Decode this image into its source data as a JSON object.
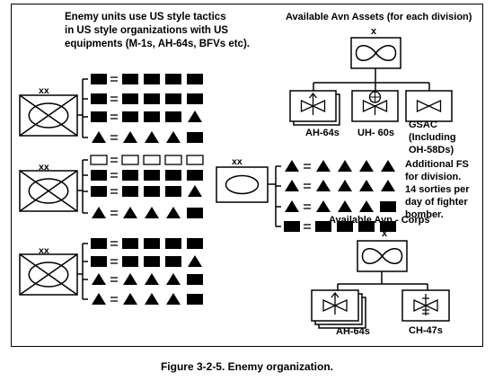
{
  "enemy_note": {
    "line1": "Enemy units use US style tactics",
    "line2": "in US style organizations with US",
    "line3": "equipments (M-1s, AH-64s, BFVs etc)."
  },
  "division_assets": {
    "title": "Available Avn Assets (for each division)",
    "hq_echelon": "x",
    "units": [
      "AH-64s",
      "UH- 60s",
      "GSAC"
    ],
    "gsac_note": [
      "(Including",
      "OH-58Ds)"
    ],
    "fs_note": [
      "Additional FS",
      "for division.",
      "14 sorties per",
      "day of fighter",
      "bomber."
    ]
  },
  "corps_assets": {
    "title": "Available Avn - Corps",
    "hq_echelon": "x",
    "units": [
      "AH-64s",
      "CH-47s"
    ]
  },
  "enemy_divisions": {
    "echelon": "xx",
    "echelon_center": "xx"
  },
  "caption": "Figure 3-2-5.  Enemy organization.",
  "chart_data": {
    "type": "table",
    "note": "Subordinate unit rows per division symbol",
    "legend": [
      "filled-rect",
      "hollow-rect",
      "triangle"
    ],
    "divisions": [
      {
        "rows": [
          [
            "filled-rect",
            "filled-rect",
            "filled-rect",
            "filled-rect",
            "filled-rect"
          ],
          [
            "filled-rect",
            "filled-rect",
            "filled-rect",
            "filled-rect",
            "filled-rect"
          ],
          [
            "filled-rect",
            "filled-rect",
            "filled-rect",
            "filled-rect",
            "triangle"
          ],
          [
            "triangle",
            "triangle",
            "triangle",
            "triangle",
            "filled-rect"
          ]
        ]
      },
      {
        "rows": [
          [
            "hollow-rect",
            "hollow-rect",
            "hollow-rect",
            "hollow-rect",
            "hollow-rect"
          ],
          [
            "filled-rect",
            "filled-rect",
            "filled-rect",
            "filled-rect",
            "filled-rect"
          ],
          [
            "filled-rect",
            "filled-rect",
            "filled-rect",
            "filled-rect",
            "triangle"
          ],
          [
            "triangle",
            "triangle",
            "triangle",
            "triangle",
            "filled-rect"
          ]
        ]
      },
      {
        "rows": [
          [
            "filled-rect",
            "filled-rect",
            "filled-rect",
            "filled-rect",
            "filled-rect"
          ],
          [
            "filled-rect",
            "filled-rect",
            "filled-rect",
            "filled-rect",
            "triangle"
          ],
          [
            "triangle",
            "triangle",
            "triangle",
            "triangle",
            "filled-rect"
          ],
          [
            "triangle",
            "triangle",
            "triangle",
            "triangle",
            "filled-rect"
          ]
        ]
      },
      {
        "rows": [
          [
            "triangle",
            "triangle",
            "triangle",
            "triangle",
            "triangle"
          ],
          [
            "triangle",
            "triangle",
            "triangle",
            "triangle",
            "triangle"
          ],
          [
            "triangle",
            "triangle",
            "triangle",
            "triangle",
            "filled-rect"
          ],
          [
            "filled-rect",
            "filled-rect",
            "filled-rect",
            "filled-rect",
            "filled-rect"
          ]
        ]
      }
    ]
  }
}
